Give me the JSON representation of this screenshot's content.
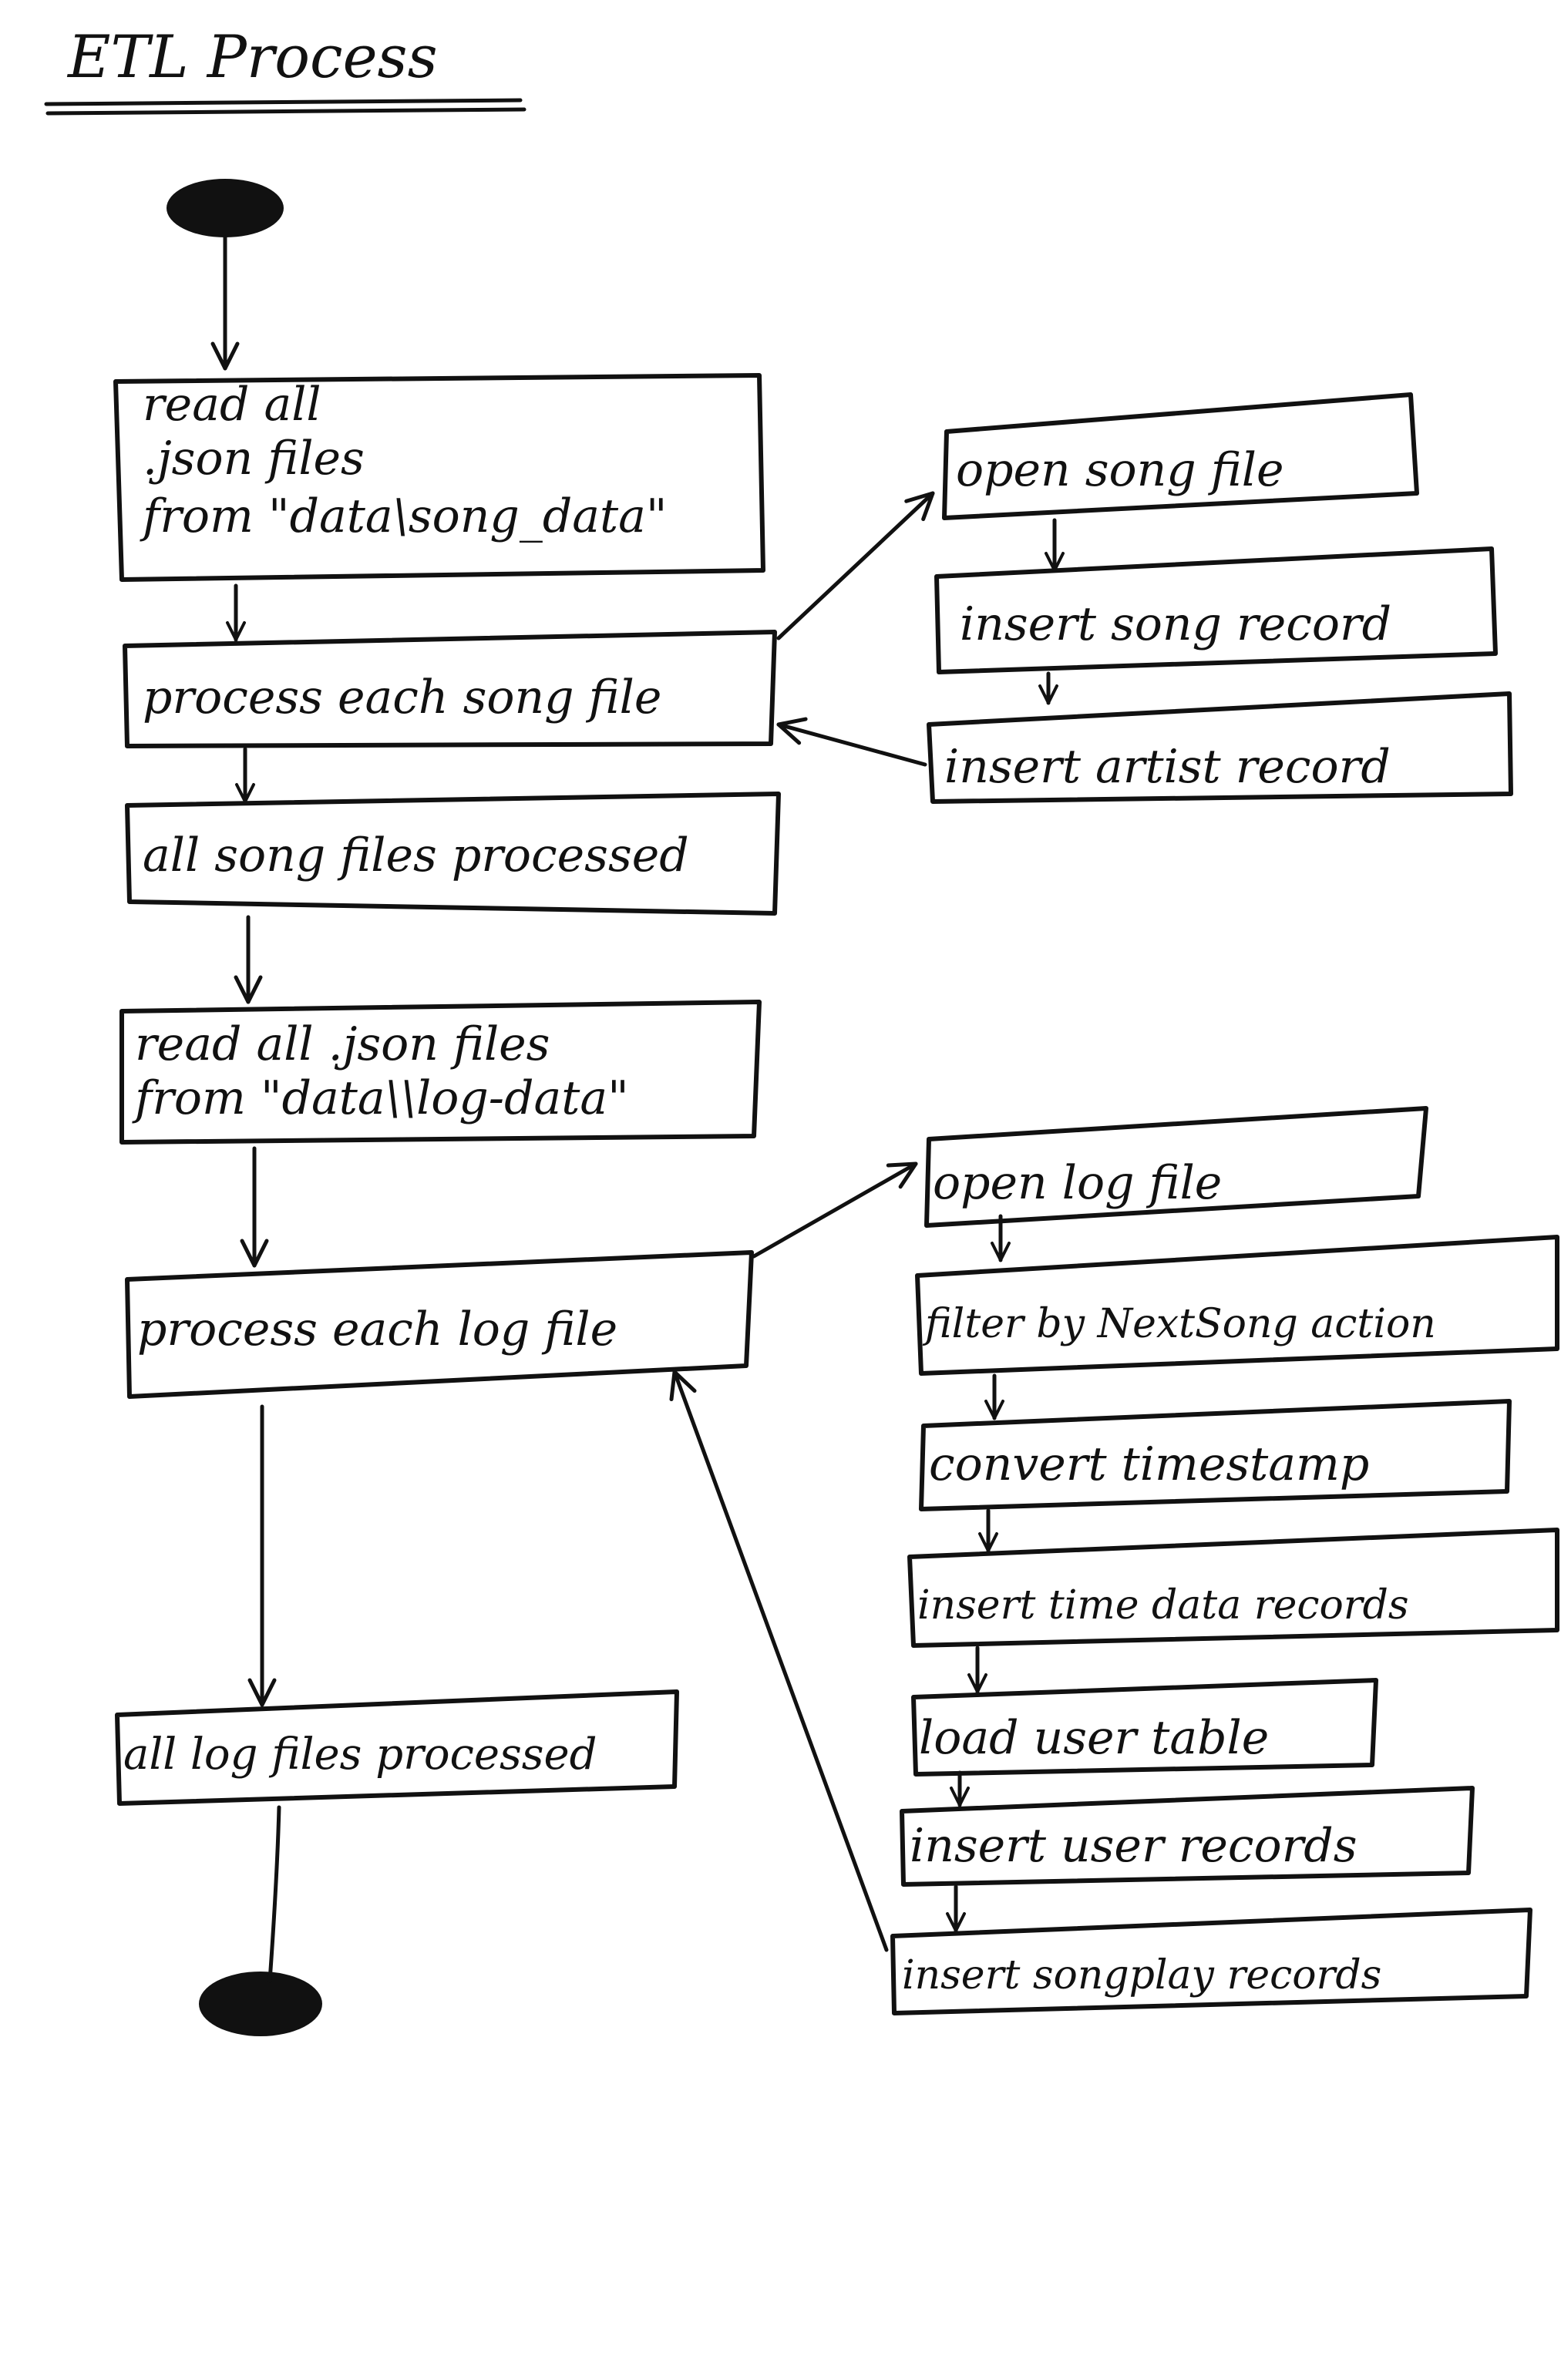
{
  "title": "ETL Process",
  "nodes": {
    "start": {
      "kind": "start"
    },
    "read_song": {
      "lines": [
        "read all",
        ".json files",
        "from \"data\\song_data\""
      ]
    },
    "process_song": {
      "lines": [
        "process each song file"
      ]
    },
    "all_song": {
      "lines": [
        "all song files processed"
      ]
    },
    "read_log": {
      "lines": [
        "read all .json files",
        "from \"data\\\\log-data\""
      ]
    },
    "process_log": {
      "lines": [
        "process each log file"
      ]
    },
    "all_log": {
      "lines": [
        "all log files processed"
      ]
    },
    "end": {
      "kind": "end"
    },
    "open_song": {
      "lines": [
        "open song file"
      ]
    },
    "insert_song": {
      "lines": [
        "insert song record"
      ]
    },
    "insert_artist": {
      "lines": [
        "insert artist record"
      ]
    },
    "open_log": {
      "lines": [
        "open log file"
      ]
    },
    "filter_next": {
      "lines": [
        "filter by NextSong action"
      ]
    },
    "convert_ts": {
      "lines": [
        "convert timestamp"
      ]
    },
    "insert_time": {
      "lines": [
        "insert time data records"
      ]
    },
    "load_user": {
      "lines": [
        "load user table"
      ]
    },
    "insert_user": {
      "lines": [
        "insert user records"
      ]
    },
    "insert_songplay": {
      "lines": [
        "insert songplay records"
      ]
    }
  },
  "edges": [
    {
      "from": "start",
      "to": "read_song"
    },
    {
      "from": "read_song",
      "to": "process_song"
    },
    {
      "from": "process_song",
      "to": "open_song"
    },
    {
      "from": "open_song",
      "to": "insert_song"
    },
    {
      "from": "insert_song",
      "to": "insert_artist"
    },
    {
      "from": "insert_artist",
      "to": "process_song"
    },
    {
      "from": "process_song",
      "to": "all_song"
    },
    {
      "from": "all_song",
      "to": "read_log"
    },
    {
      "from": "read_log",
      "to": "process_log"
    },
    {
      "from": "process_log",
      "to": "open_log"
    },
    {
      "from": "open_log",
      "to": "filter_next"
    },
    {
      "from": "filter_next",
      "to": "convert_ts"
    },
    {
      "from": "convert_ts",
      "to": "insert_time"
    },
    {
      "from": "insert_time",
      "to": "load_user"
    },
    {
      "from": "load_user",
      "to": "insert_user"
    },
    {
      "from": "insert_user",
      "to": "insert_songplay"
    },
    {
      "from": "insert_songplay",
      "to": "process_log"
    },
    {
      "from": "process_log",
      "to": "all_log"
    },
    {
      "from": "all_log",
      "to": "end"
    }
  ]
}
